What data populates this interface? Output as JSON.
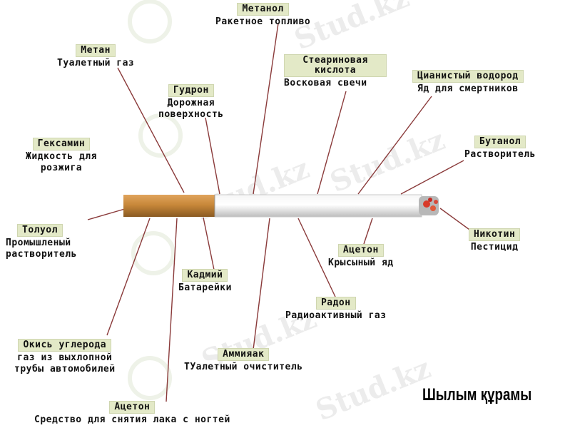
{
  "title": "Шылым құрамы",
  "watermark": "Stud.kz",
  "colors": {
    "tag_bg": "#e3e9c7",
    "filter": "#c8883a",
    "paper": "#e6e6e6",
    "ember": "#d83a2a",
    "line": "#8a3a3a"
  },
  "components": [
    {
      "name": "Метанол",
      "desc": [
        "Ракетное топливо"
      ]
    },
    {
      "name": "Метан",
      "desc": [
        "Туалетный газ"
      ]
    },
    {
      "name": "Гудрон",
      "desc": [
        "Дорожная",
        "поверхность"
      ]
    },
    {
      "name": "Стеариновая кислота",
      "desc": [
        "Восковая свечи"
      ]
    },
    {
      "name": "Цианистый водород",
      "desc": [
        "Яд для смертников"
      ]
    },
    {
      "name": "Гексамин",
      "desc": [
        "Жидкость для",
        "розжига"
      ]
    },
    {
      "name": "Бутанол",
      "desc": [
        "Растворитель"
      ]
    },
    {
      "name": "Толуол",
      "desc": [
        "Промышленый",
        "растворитель"
      ]
    },
    {
      "name": "Никотин",
      "desc": [
        "Пестицид"
      ]
    },
    {
      "name": "Ацетон",
      "desc": [
        "Крысыный яд"
      ]
    },
    {
      "name": "Кадмий",
      "desc": [
        "Батарейки"
      ]
    },
    {
      "name": "Радон",
      "desc": [
        "Радиоактивный газ"
      ]
    },
    {
      "name": "Окись углерода",
      "desc": [
        "газ из выхлопной",
        "трубы автомобилей"
      ]
    },
    {
      "name": "Аммияак",
      "desc": [
        "ТУалетный очиститель"
      ]
    },
    {
      "name": "Ацетон",
      "desc": [
        "Средство для снятия лака с ногтей"
      ]
    }
  ]
}
